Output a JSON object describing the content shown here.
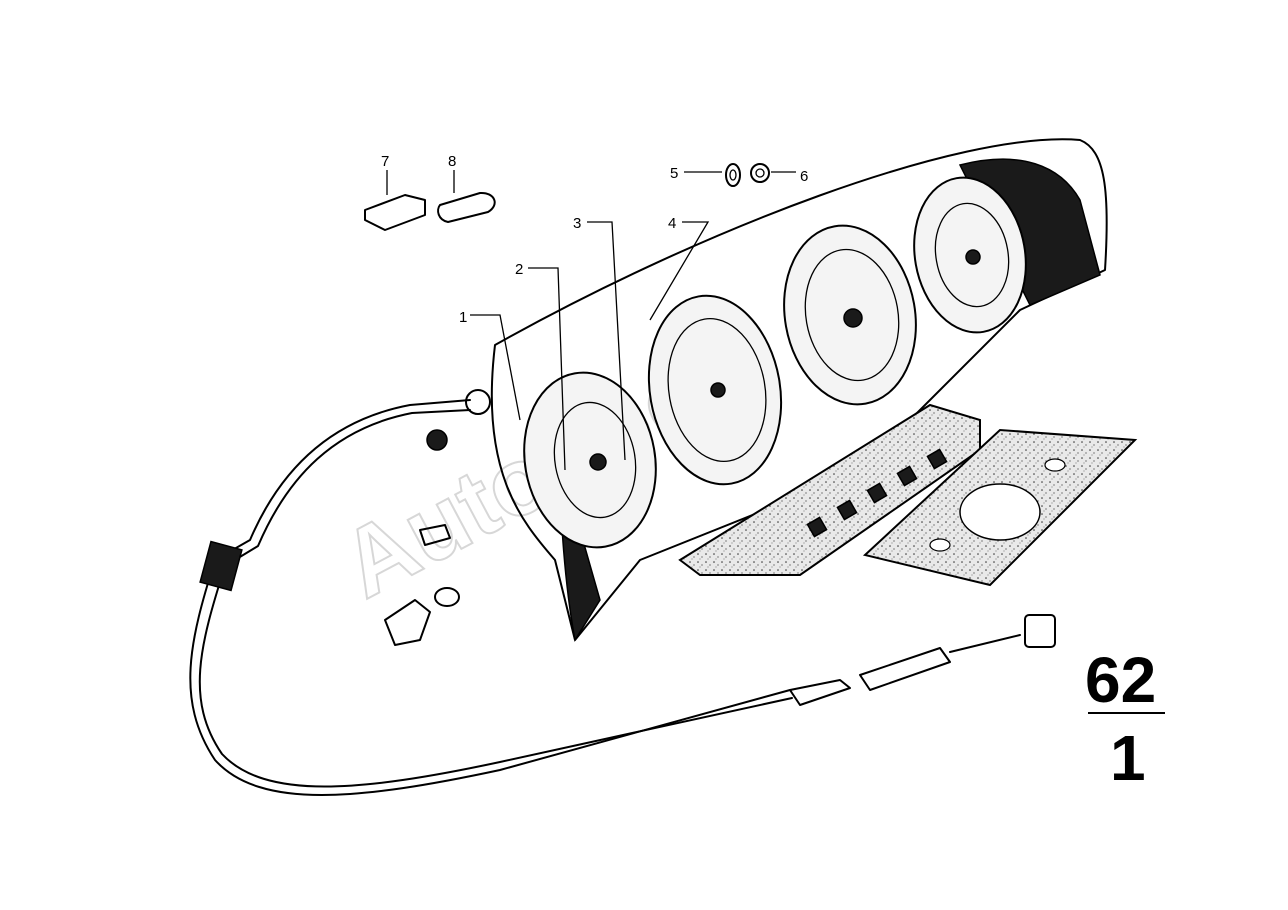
{
  "diagram": {
    "callouts": [
      {
        "id": "1",
        "label": "1"
      },
      {
        "id": "2",
        "label": "2"
      },
      {
        "id": "3",
        "label": "3"
      },
      {
        "id": "4",
        "label": "4"
      },
      {
        "id": "5",
        "label": "5"
      },
      {
        "id": "6",
        "label": "6"
      },
      {
        "id": "7",
        "label": "7"
      },
      {
        "id": "8",
        "label": "8"
      }
    ],
    "group_number": {
      "top": "62",
      "bottom": "1"
    },
    "watermark": "Autodoc"
  },
  "colors": {
    "ink": "#000000",
    "paper": "#ffffff",
    "watermark": "#bdbdbd"
  }
}
